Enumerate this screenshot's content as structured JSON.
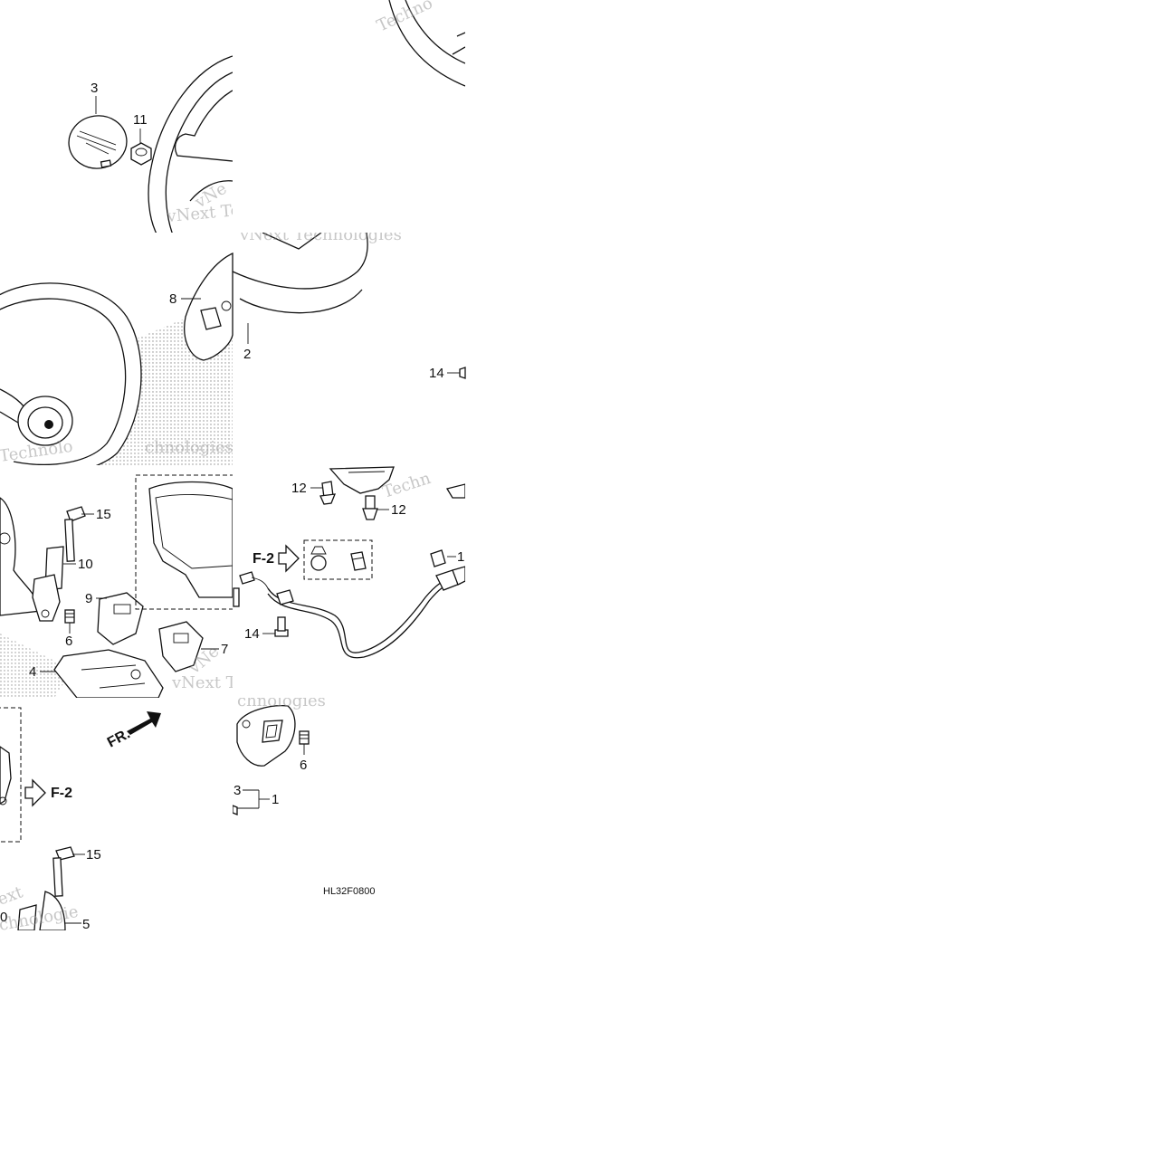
{
  "diagram": {
    "drawing_code": "HL32F0800",
    "front_indicator": "FR.",
    "reference_labels": [
      "F-2",
      "F-2"
    ],
    "callouts": [
      "3",
      "11",
      "8",
      "2",
      "14",
      "12",
      "12",
      "15",
      "10",
      "9",
      "6",
      "4",
      "7",
      "14",
      "6",
      "3",
      "1",
      "15",
      "0",
      "5",
      "1"
    ],
    "watermarks": [
      "Techno",
      "vNext Tec",
      "vNext Technologies",
      "Technolo",
      "chnologie",
      "Techn",
      "vNe",
      "vNext Te",
      "ext",
      "chnologies"
    ]
  }
}
